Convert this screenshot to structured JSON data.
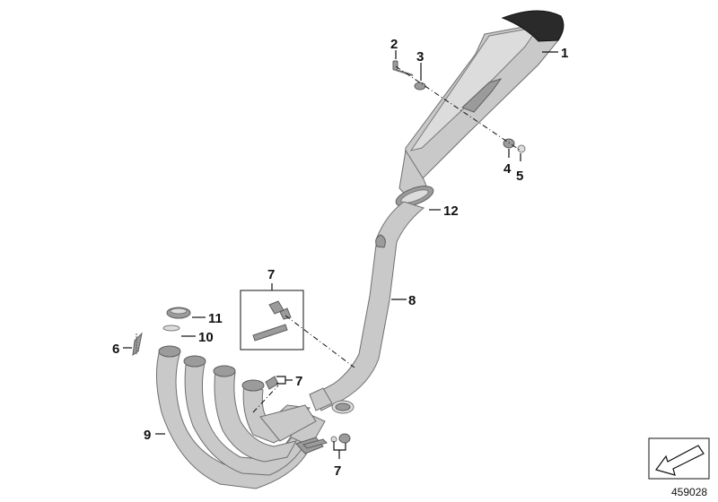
{
  "diagram": {
    "callouts": [
      {
        "id": "c1",
        "label": "1"
      },
      {
        "id": "c2",
        "label": "2"
      },
      {
        "id": "c3",
        "label": "3"
      },
      {
        "id": "c4",
        "label": "4"
      },
      {
        "id": "c5",
        "label": "5"
      },
      {
        "id": "c6",
        "label": "6"
      },
      {
        "id": "c7a",
        "label": "7"
      },
      {
        "id": "c7b",
        "label": "7"
      },
      {
        "id": "c7c",
        "label": "7"
      },
      {
        "id": "c8",
        "label": "8"
      },
      {
        "id": "c9",
        "label": "9"
      },
      {
        "id": "c10",
        "label": "10"
      },
      {
        "id": "c11",
        "label": "11"
      },
      {
        "id": "c12",
        "label": "12"
      }
    ],
    "reference_number": "459028",
    "colors": {
      "metal": "#c9c9c9",
      "metal_dark": "#9b9b9b",
      "endcap": "#2a2a2a",
      "line": "#111111"
    }
  }
}
